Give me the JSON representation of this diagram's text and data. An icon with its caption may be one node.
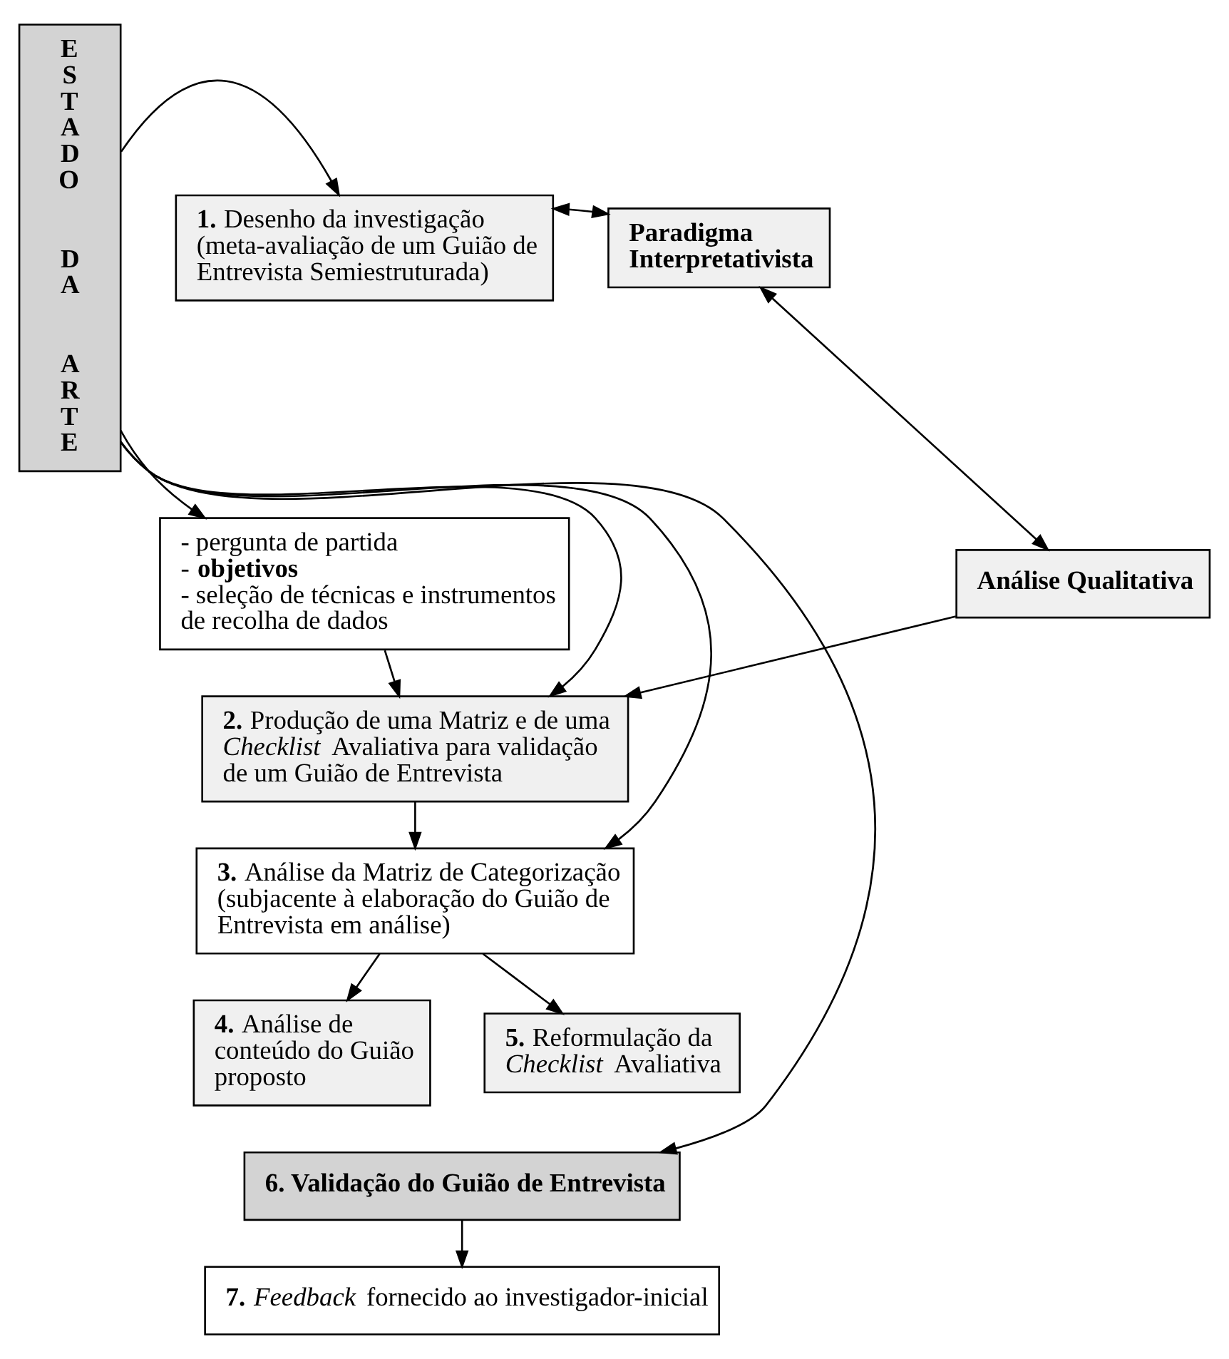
{
  "diagram": {
    "nodes": [
      {
        "text": [
          "ESTADO DA ARTE"
        ]
      },
      {
        "text": [
          "**1.** Desenho da investigação (meta-avaliação de um Guião de Entrevista Semiestruturada)"
        ]
      },
      {
        "text": [
          "- pergunta de partida",
          "- **objetivos**",
          "- seleção de técnicas e instrumentos de recolha de dados"
        ]
      },
      {
        "text": [
          "Paradigma Interpretativista"
        ]
      },
      {
        "text": [
          "Análise Qualitativa"
        ]
      },
      {
        "text": [
          "**2.** Produção de uma Matriz e de uma *Checklist* Avaliativa para validação de um Guião de Entrevista"
        ]
      },
      {
        "text": [
          "**3.** Análise da Matriz de Categorização (subjacente à elaboração do Guião de Entrevista em análise)"
        ]
      },
      {
        "text": [
          "**4.** Análise de conteúdo do Guião proposto"
        ]
      },
      {
        "text": [
          "**5.** Reformulação da *Checklist* Avaliativa"
        ]
      },
      {
        "text": [
          "6. Validação do Guião de Entrevista"
        ]
      },
      {
        "text": [
          "**7.** *Feedback* fornecido ao investigador-inicial"
        ]
      }
    ],
    "edges": [
      {
        "from": 0,
        "to": 1,
        "arrow": "to"
      },
      {
        "from": 0,
        "to": 2,
        "arrow": "to"
      },
      {
        "from": 0,
        "to": 5,
        "arrow": "to"
      },
      {
        "from": 0,
        "to": 6,
        "arrow": "to"
      },
      {
        "from": 0,
        "to": 9,
        "arrow": "to"
      },
      {
        "from": 3,
        "to": 1,
        "arrow": "both"
      },
      {
        "from": 3,
        "to": 4,
        "arrow": "both"
      },
      {
        "from": 2,
        "to": 5,
        "arrow": "to"
      },
      {
        "from": 4,
        "to": 5,
        "arrow": "to"
      },
      {
        "from": 5,
        "to": 6,
        "arrow": "to"
      },
      {
        "from": 6,
        "to": 7,
        "arrow": "to"
      },
      {
        "from": 6,
        "to": 8,
        "arrow": "to"
      },
      {
        "from": 9,
        "to": 10,
        "arrow": "to"
      }
    ]
  }
}
